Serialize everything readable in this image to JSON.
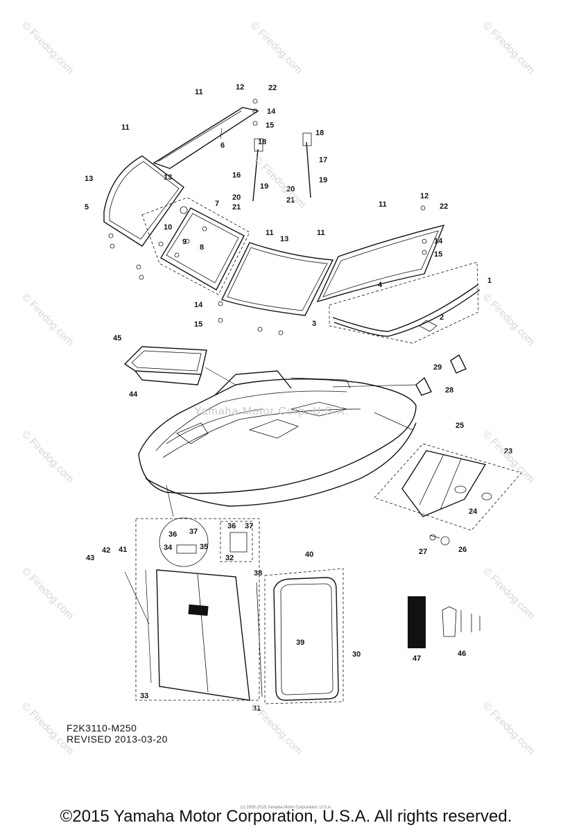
{
  "watermark": {
    "text": "© Firedog.com",
    "center_text": "Yamaha Motor Corp. U.S.A."
  },
  "labels": {
    "p1": "1",
    "p2": "2",
    "p3": "3",
    "p4": "4",
    "p5": "5",
    "p6": "6",
    "p7": "7",
    "p8": "8",
    "p9": "9",
    "p10": "10",
    "p11": "11",
    "p12": "12",
    "p13": "13",
    "p14": "14",
    "p15": "15",
    "p16": "16",
    "p17": "17",
    "p18": "18",
    "p19": "19",
    "p20": "20",
    "p21": "21",
    "p22": "22",
    "p23": "23",
    "p24": "24",
    "p25": "25",
    "p26": "26",
    "p27": "27",
    "p28": "28",
    "p29": "29",
    "p30": "30",
    "p31": "31",
    "p32": "32",
    "p33": "33",
    "p34": "34",
    "p35": "35",
    "p36": "36",
    "p37": "37",
    "p38": "38",
    "p39": "39",
    "p40": "40",
    "p41": "41",
    "p42": "42",
    "p43": "43",
    "p44": "44",
    "p45": "45",
    "p46": "46",
    "p47": "47"
  },
  "code": "F2K3110-M250",
  "revised": "REVISED 2013-03-20",
  "tiny_copyright": "(c) 2005-2015 Yamaha Motor Corporation, U.S.A.",
  "copyright": "©2015 Yamaha Motor Corporation, U.S.A. All rights reserved."
}
